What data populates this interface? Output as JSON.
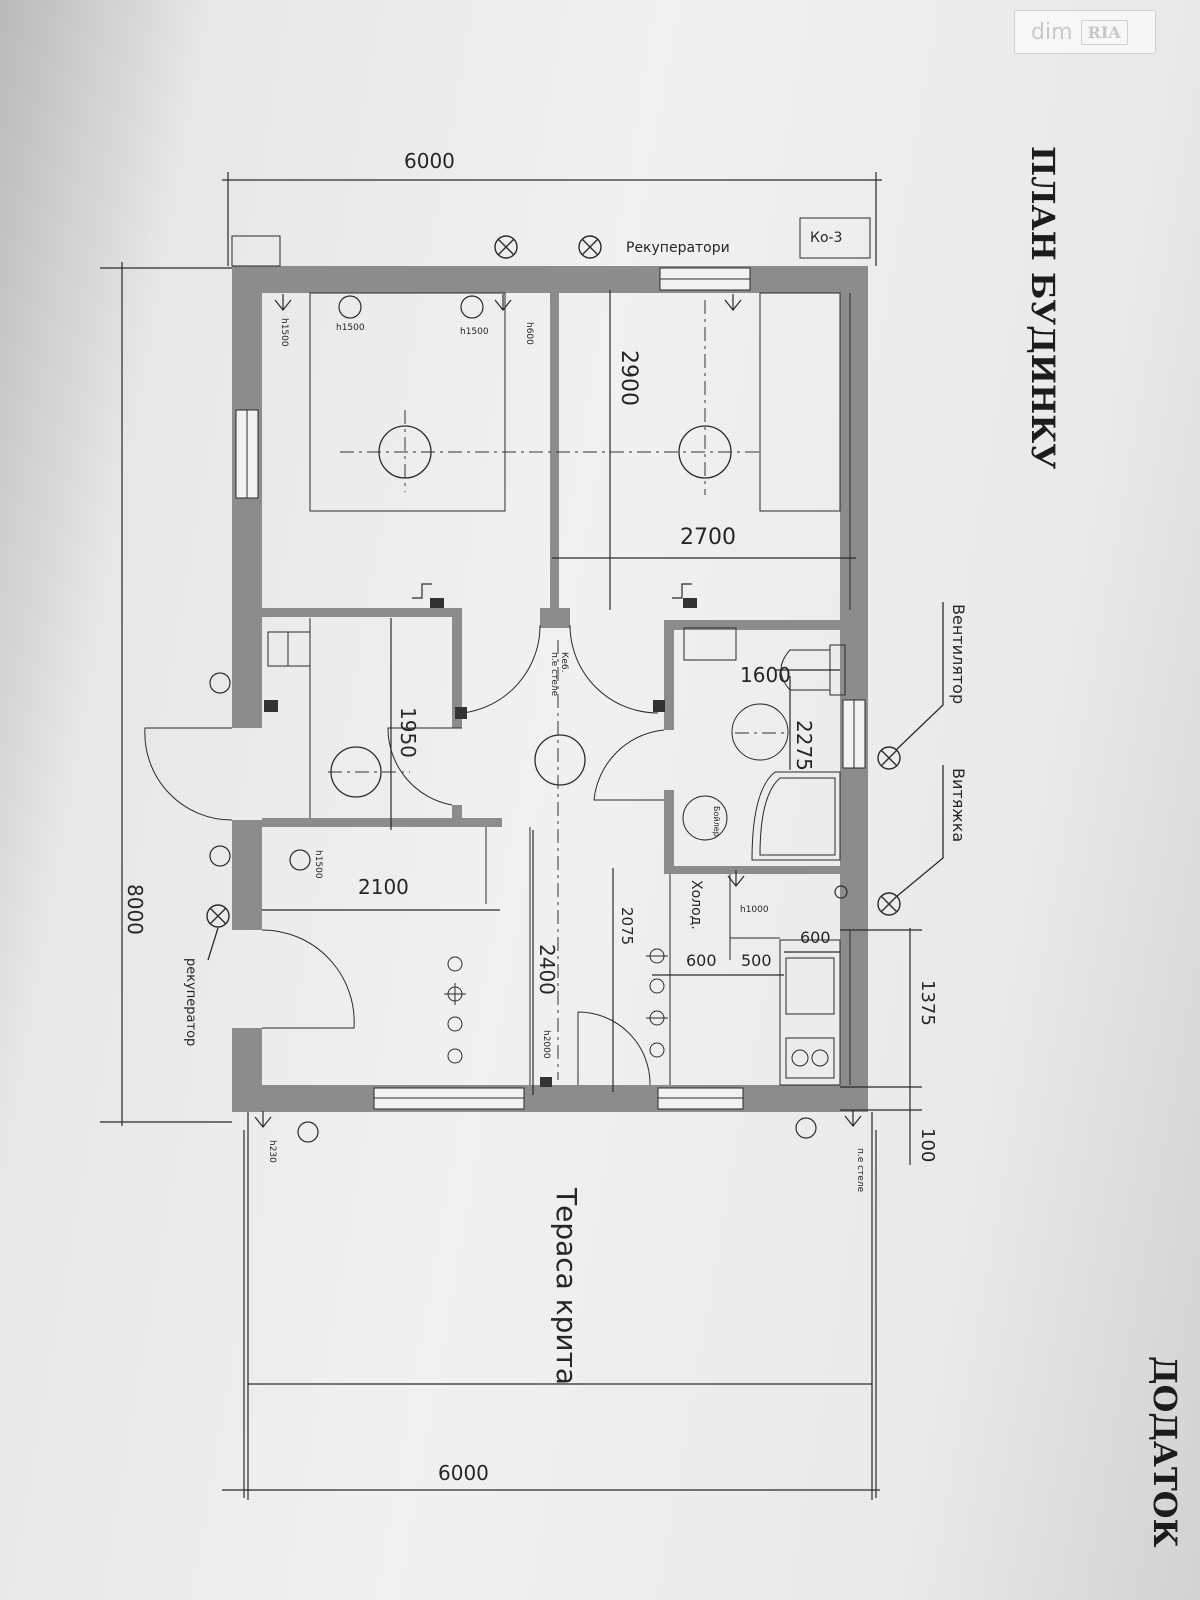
{
  "watermark": {
    "brand_dim": "dim",
    "brand_ria": "RIA"
  },
  "titles": {
    "plan": "ПЛАН БУДИНКУ",
    "appendix": "ДОДАТОК"
  },
  "dimensions": {
    "top_width": "6000",
    "bottom_width": "6000",
    "overall_length": "8000",
    "bedroom_2900": "2900",
    "bedroom_2700": "2700",
    "bath_1600": "1600",
    "bath_2275": "2275",
    "hall_1950": "1950",
    "entry_2100": "2100",
    "living_2400": "2400",
    "kitchen_2075": "2075",
    "kitchen_600a": "600",
    "kitchen_600b": "600",
    "kitchen_500": "500",
    "kitchen_1375": "1375",
    "wall_100": "100"
  },
  "labels": {
    "recuperators": "Рекуператори",
    "recuperator": "рекуператор",
    "fan": "Вентилятор",
    "exhaust": "Витяжка",
    "terrace": "Тераса крита",
    "fridge": "Холод.",
    "box": "Ко-3",
    "h1500": "h1500",
    "h1500b": "h1500",
    "h1500c": "h1500",
    "h1500d": "h1500",
    "h600": "h600",
    "h1000": "h1000",
    "h2000": "h2000",
    "h230": "h230",
    "ceiling1": "п.е стеле",
    "ceiling2": "п.е стеле",
    "switch_ke": "Ке6.",
    "boiler": "Бойлер"
  }
}
